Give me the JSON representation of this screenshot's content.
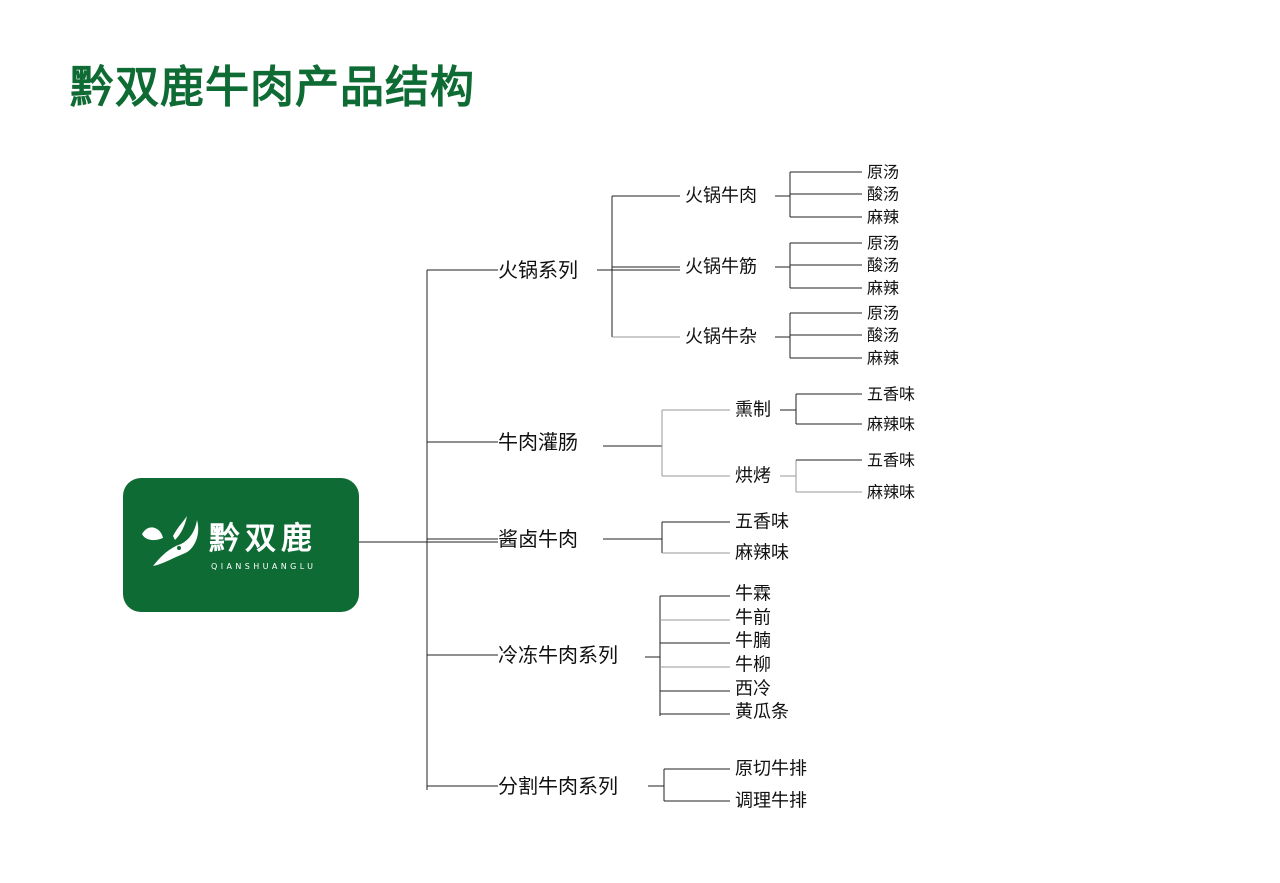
{
  "title": "黔双鹿牛肉产品结构",
  "colors": {
    "brand": "#0e6b34",
    "line": "#222222",
    "line_light": "#9a9a9a",
    "text": "#111111"
  },
  "logo": {
    "icon": "deer-antler-leaf-icon",
    "name": "黔双鹿",
    "pinyin": "QIANSHUANGLU"
  },
  "tree": [
    {
      "label": "火锅系列",
      "children": [
        {
          "label": "火锅牛肉",
          "children": [
            "原汤",
            "酸汤",
            "麻辣"
          ]
        },
        {
          "label": "火锅牛筋",
          "children": [
            "原汤",
            "酸汤",
            "麻辣"
          ]
        },
        {
          "label": "火锅牛杂",
          "children": [
            "原汤",
            "酸汤",
            "麻辣"
          ]
        }
      ]
    },
    {
      "label": "牛肉灌肠",
      "children": [
        {
          "label": "熏制",
          "children": [
            "五香味",
            "麻辣味"
          ]
        },
        {
          "label": "烘烤",
          "children": [
            "五香味",
            "麻辣味"
          ]
        }
      ]
    },
    {
      "label": "酱卤牛肉",
      "children": [
        "五香味",
        "麻辣味"
      ]
    },
    {
      "label": "冷冻牛肉系列",
      "children": [
        "牛霖",
        "牛前",
        "牛腩",
        "牛柳",
        "西冷",
        "黄瓜条"
      ]
    },
    {
      "label": "分割牛肉系列",
      "children": [
        "原切牛排",
        "调理牛排"
      ]
    }
  ]
}
